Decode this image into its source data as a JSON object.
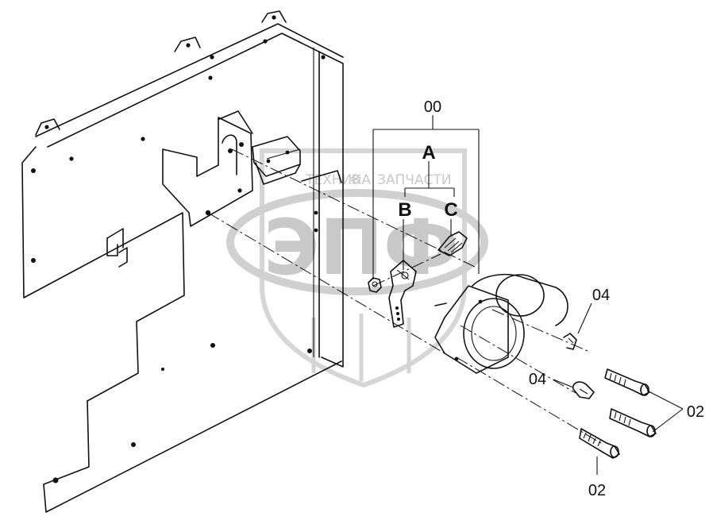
{
  "watermark": {
    "top_text_left": "ТЕХНИКА",
    "top_text_right": "ЗАПЧАСТИ",
    "logo_text": "ЭПФ"
  },
  "callouts": {
    "assembly": "00",
    "group_a": "A",
    "group_b": "B",
    "group_c": "C",
    "clip_upper": "04",
    "clip_lower": "04",
    "bolt_right": "02",
    "bolt_bottom": "02"
  }
}
